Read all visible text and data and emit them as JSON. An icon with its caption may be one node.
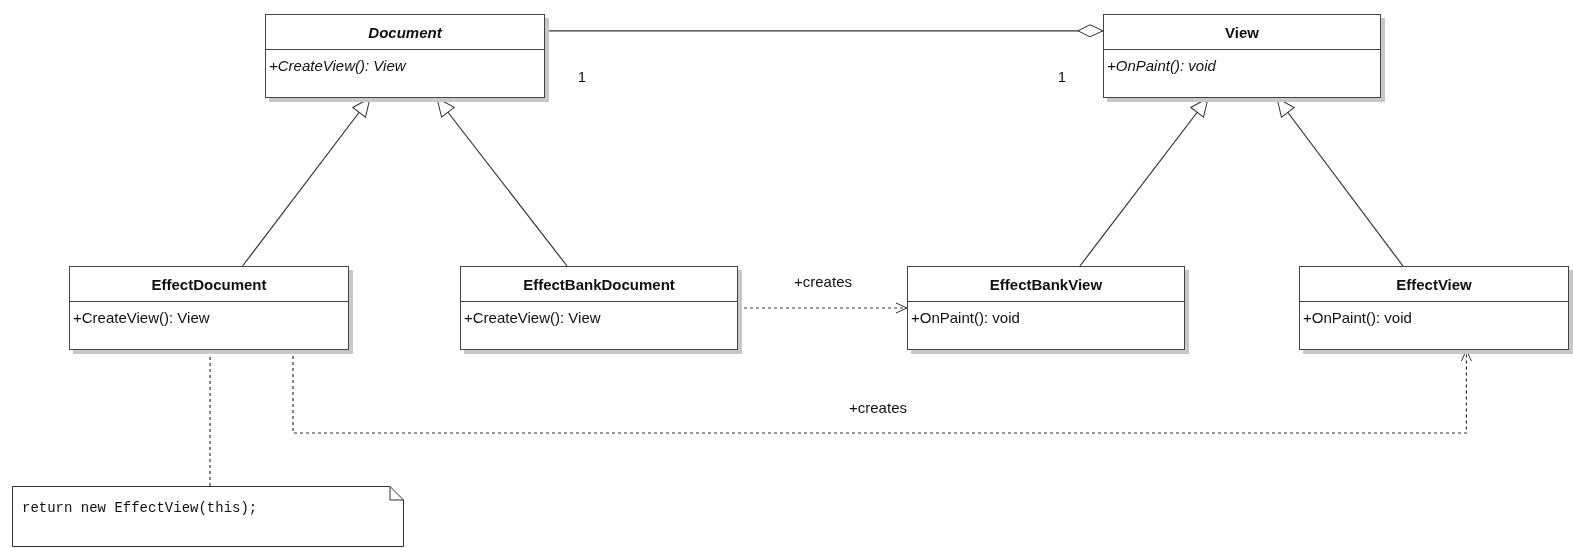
{
  "diagram": {
    "nodes": [
      {
        "text": [
          "Document",
          "+CreateView(): View"
        ]
      },
      {
        "text": [
          "View",
          "+OnPaint(): void"
        ]
      },
      {
        "text": [
          "EffectDocument",
          "+CreateView(): View"
        ]
      },
      {
        "text": [
          "EffectBankDocument",
          "+CreateView(): View"
        ]
      },
      {
        "text": [
          "EffectBankView",
          "+OnPaint(): void"
        ]
      },
      {
        "text": [
          "EffectView",
          "+OnPaint(): void"
        ]
      },
      {
        "text": [
          "return new EffectView(this);"
        ]
      }
    ],
    "edges": [
      {
        "from": 0,
        "to": 1,
        "arrow": "other"
      },
      {
        "from": 2,
        "to": 0,
        "arrow": "to"
      },
      {
        "from": 3,
        "to": 0,
        "arrow": "to"
      },
      {
        "from": 4,
        "to": 1,
        "arrow": "to"
      },
      {
        "from": 5,
        "to": 1,
        "arrow": "to"
      },
      {
        "from": 3,
        "to": 4,
        "arrow": "to",
        "label": "+creates",
        "style": "dashed"
      },
      {
        "from": 2,
        "to": 5,
        "arrow": "to",
        "label": "+creates",
        "style": "dashed"
      },
      {
        "from": 6,
        "to": 2,
        "arrow": "none",
        "style": "dashed"
      }
    ],
    "labels": [
      "1",
      "1"
    ]
  }
}
